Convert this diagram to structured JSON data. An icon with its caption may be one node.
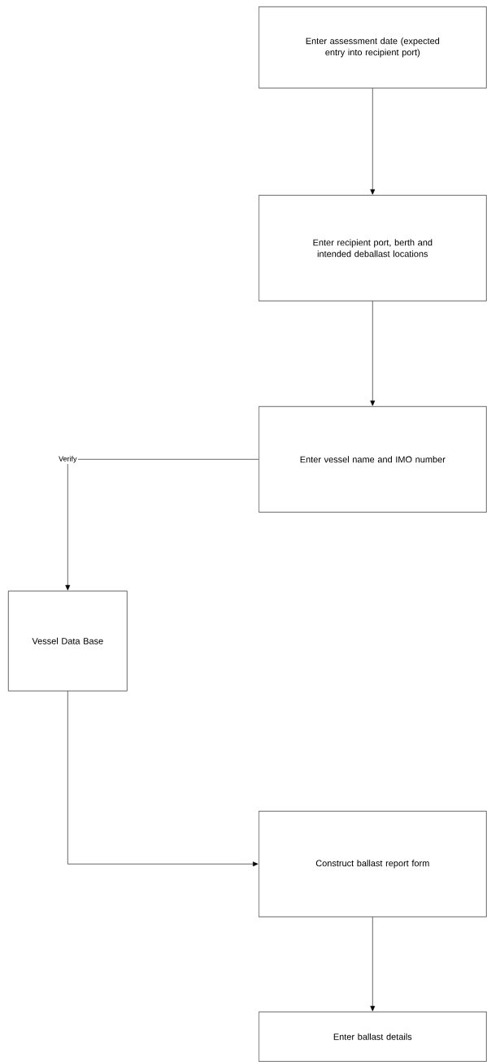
{
  "diagram": {
    "nodes": [
      {
        "text": [
          "Enter assessment date (expected entry into recipient port)"
        ]
      },
      {
        "text": [
          "Enter recipient port, berth and intended deballast  locations"
        ]
      },
      {
        "text": [
          "Enter vessel name and IMO number"
        ]
      },
      {
        "text": [
          "Vessel Data Base"
        ]
      },
      {
        "text": [
          "Construct ballast report form"
        ]
      },
      {
        "text": [
          "Enter ballast details"
        ]
      }
    ],
    "edges": [
      {
        "from": 0,
        "to": 1,
        "arrow": "to"
      },
      {
        "from": 1,
        "to": 2,
        "arrow": "to"
      },
      {
        "from": 2,
        "to": 3,
        "arrow": "to",
        "label": "Verify"
      },
      {
        "from": 3,
        "to": 4,
        "arrow": "to"
      },
      {
        "from": 4,
        "to": 5,
        "arrow": "to"
      }
    ]
  }
}
